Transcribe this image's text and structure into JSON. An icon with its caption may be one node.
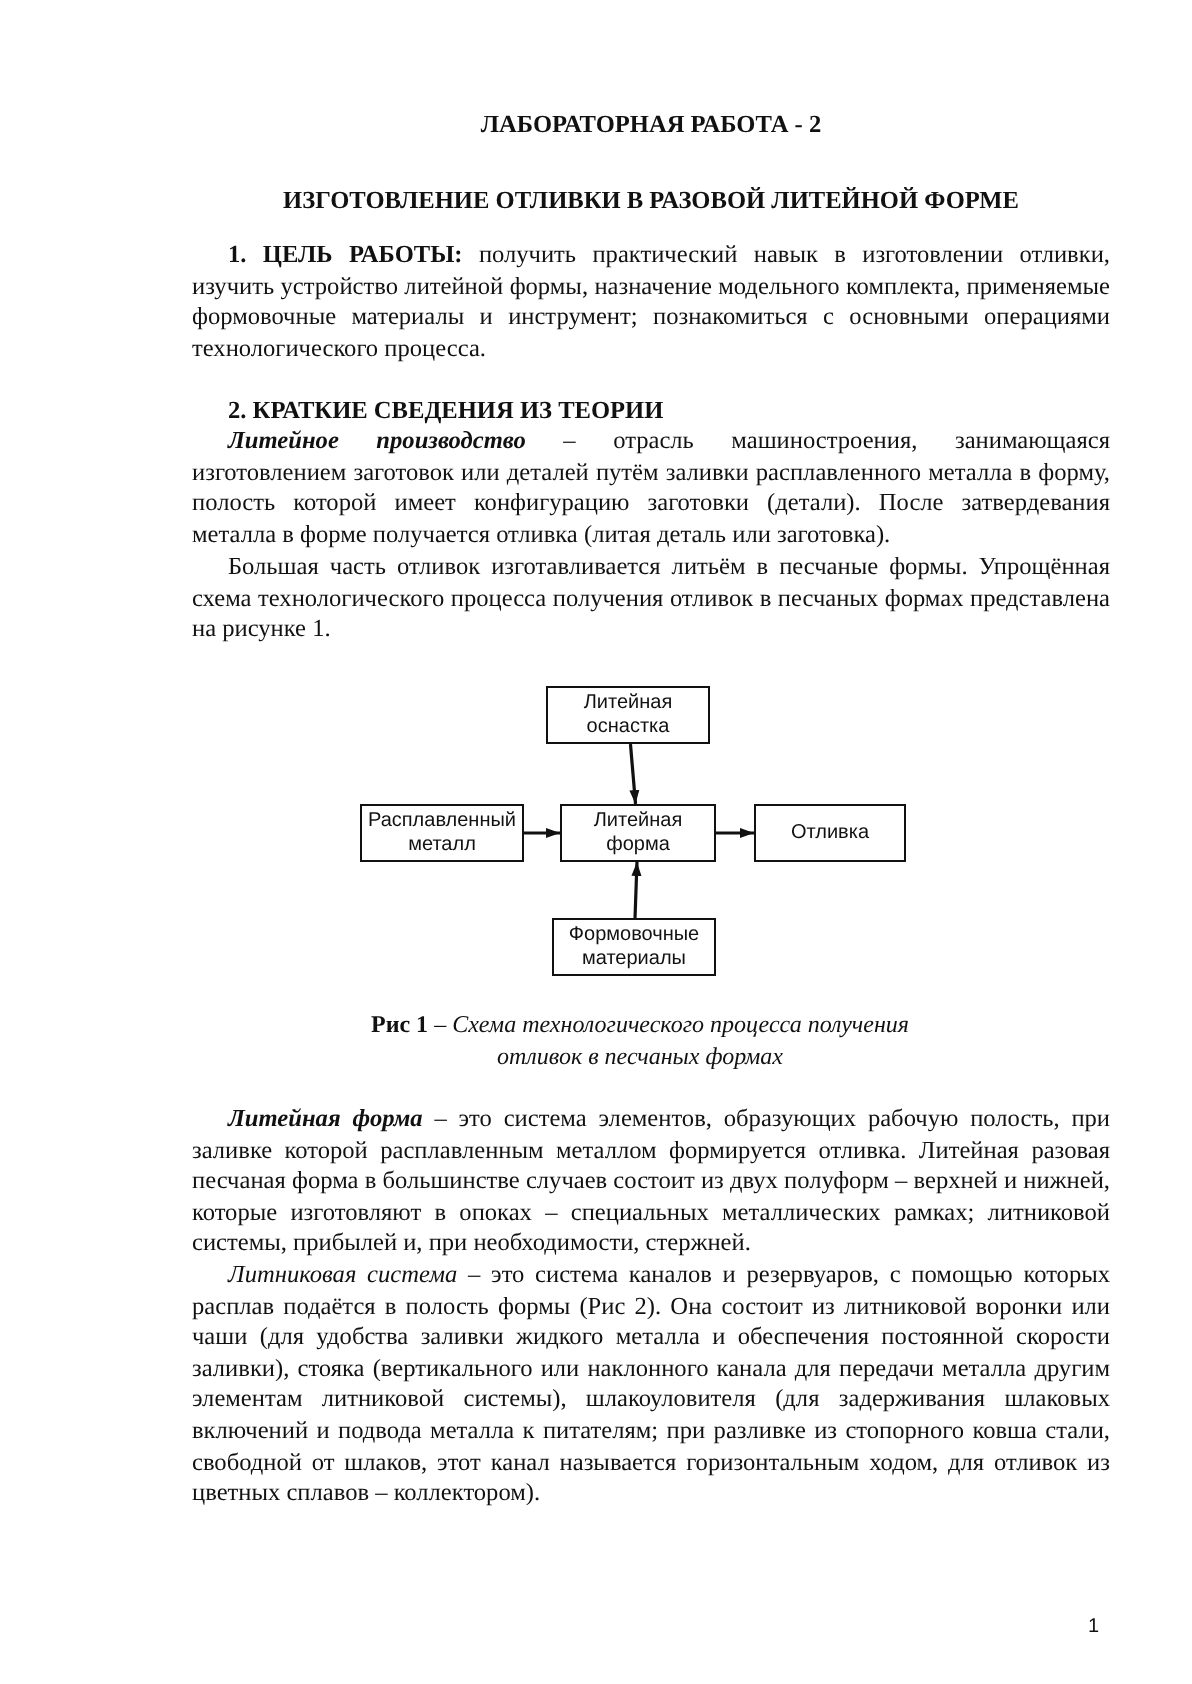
{
  "diagram": {
    "title": "ЛАБОРАТОРНАЯ РАБОТА - 2",
    "caption": "**Рис 1** – *Схема технологического процесса получения отливок в песчаных формах*",
    "nodes": [
      {
        "text": [
          "Литейная оснастка"
        ]
      },
      {
        "text": [
          "Расплавленный металл"
        ]
      },
      {
        "text": [
          "Литейная форма"
        ]
      },
      {
        "text": [
          "Отливка"
        ]
      },
      {
        "text": [
          "Формовочные материалы"
        ]
      }
    ],
    "edges": [
      {
        "from": 0,
        "to": 2,
        "arrow": "to"
      },
      {
        "from": 1,
        "to": 2,
        "arrow": "to"
      },
      {
        "from": 2,
        "to": 3,
        "arrow": "to"
      },
      {
        "from": 4,
        "to": 2,
        "arrow": "to"
      }
    ],
    "labels": [
      "ИЗГОТОВЛЕНИЕ ОТЛИВКИ В РАЗОВОЙ ЛИТЕЙНОЙ ФОРМЕ",
      "**1. ЦЕЛЬ РАБОТЫ:** получить практический навык в изготовлении отливки, изучить устройство литейной формы, назначение модельного комплекта, применяемые формовочные материалы и инструмент; познакомиться с основными операциями технологического процесса.",
      "2. КРАТКИЕ СВЕДЕНИЯ ИЗ ТЕОРИИ",
      "**Литейное производство** – отрасль машиностроения, занимающаяся изготовлением заготовок или деталей путём заливки расплавленного металла в форму, полость которой имеет конфигурацию заготовки (детали). После затвердевания металла в форме получается отливка (литая деталь или заготовка).",
      "Большая часть отливок изготавливается литьём в песчаные формы. Упрощённая схема технологического процесса получения отливок в песчаных формах представлена на рисунке 1.",
      "**Литейная форма** – это система элементов, образующих рабочую полость, при заливке которой расплавленным металлом формируется отливка. Литейная разовая песчаная форма в большинстве случаев состоит из двух полуформ – верхней и нижней, которые изготовляют в опоках – специальных металлических рамках; литниковой системы, прибылей и, при необходимости, стержней.",
      "*Литниковая система* – это система каналов и резервуаров, с помощью которых расплав подаётся в полость формы (Рис 2). Она состоит из литниковой воронки или чаши (для удобства заливки жидкого металла и обеспечения постоянной скорости заливки), стояка (вертикального или наклонного канала для передачи металла другим элементам литниковой системы), шлакоуловителя (для задерживания шлаковых включений и подвода металла к питателям; при разливке из стопорного ковша стали, свободной от шлаков, этот канал называется горизонтальным ходом, для отливок из цветных сплавов – коллектором).",
      "1"
    ]
  }
}
